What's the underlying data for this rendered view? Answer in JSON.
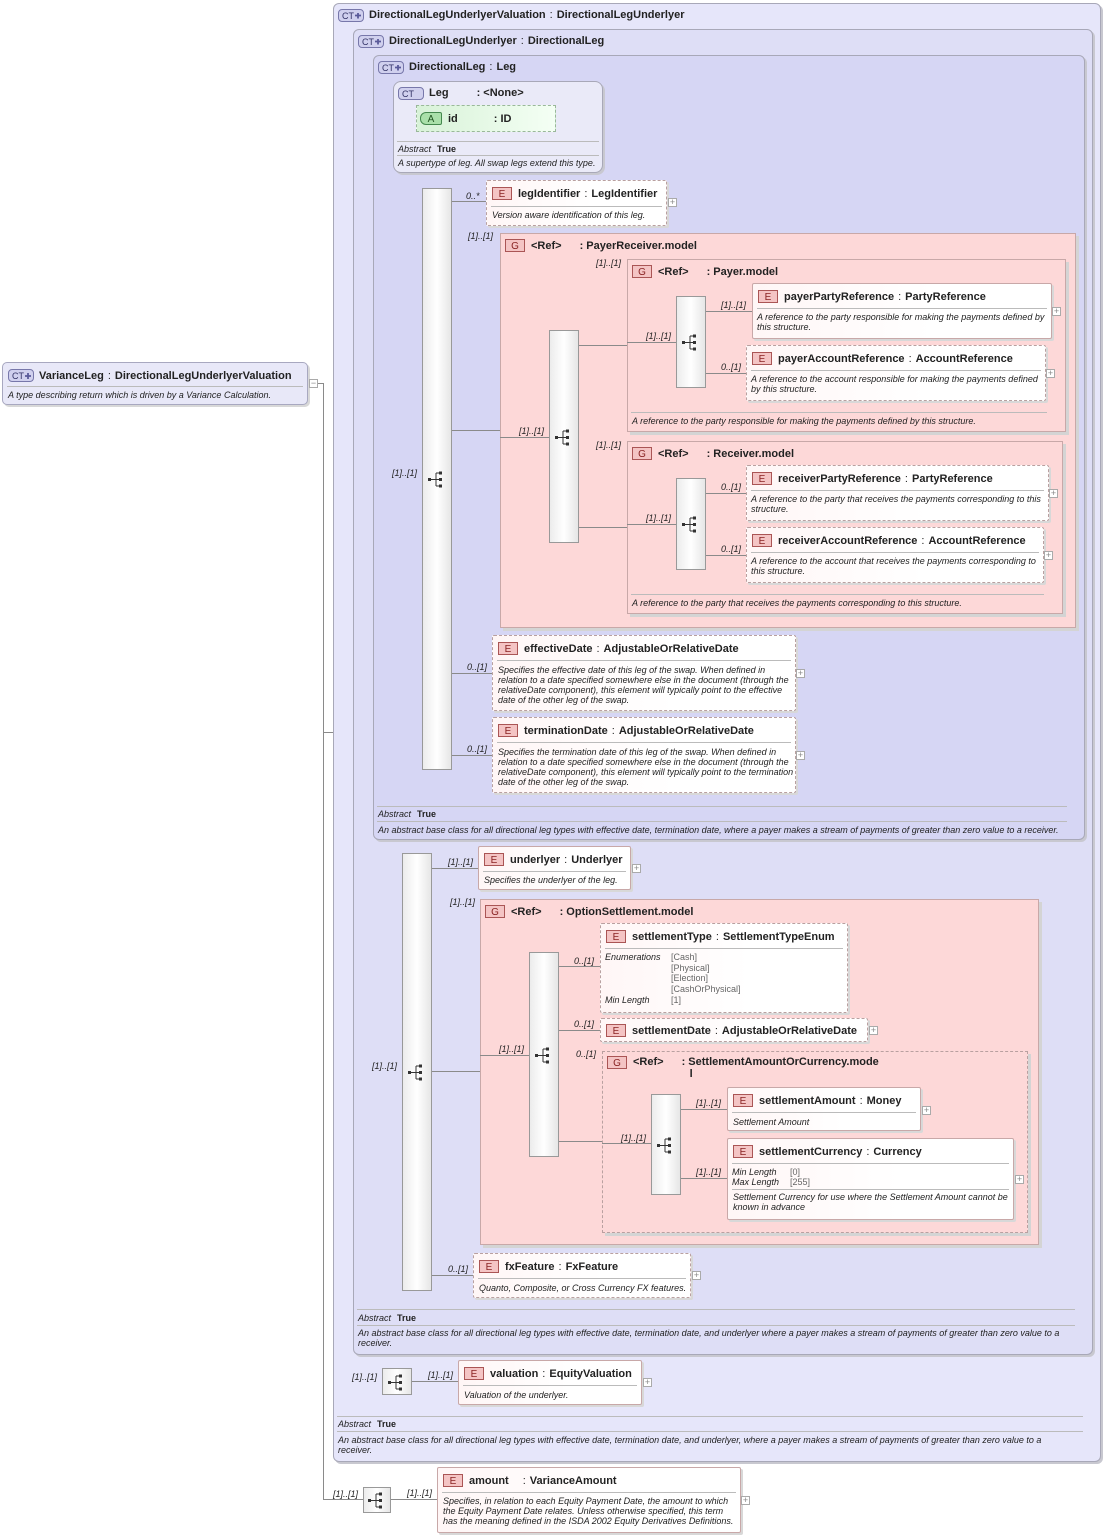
{
  "root": {
    "badge": "CT",
    "name": "VarianceLeg",
    "type": "DirectionalLegUnderlyerValuation",
    "doc": "A type describing return which is driven by a Variance Calculation."
  },
  "ct1": {
    "badge": "CT",
    "name": "DirectionalLegUnderlyerValuation",
    "type": "DirectionalLegUnderlyer",
    "abstract_label": "Abstract",
    "abstract_value": "True",
    "doc": "An abstract base class for all directional leg types with effective date, termination date, and underlyer, where a payer makes a stream of payments of greater than zero value to a receiver."
  },
  "ct2": {
    "badge": "CT",
    "name": "DirectionalLegUnderlyer",
    "type": "DirectionalLeg",
    "abstract_label": "Abstract",
    "abstract_value": "True",
    "doc": "An abstract base class for all directional leg types with effective date, termination date, and underlyer where a payer makes a stream of payments of greater than zero value to a receiver."
  },
  "ct3": {
    "badge": "CT",
    "name": "DirectionalLeg",
    "type": "Leg",
    "abstract_label": "Abstract",
    "abstract_value": "True",
    "doc": "An abstract base class for all directional leg types with effective date, termination date, where a payer makes a stream of payments of greater than zero value to a receiver."
  },
  "leg": {
    "badge": "CT",
    "name": "Leg",
    "type": ": <None>",
    "attr_badge": "A",
    "attr_name": "id",
    "attr_type": ": ID",
    "abstract_label": "Abstract",
    "abstract_value": "True",
    "doc": "A supertype of leg. All swap legs extend this type."
  },
  "elements": {
    "legIdentifier": {
      "badge": "E",
      "name": "legIdentifier",
      "type": "LegIdentifier",
      "doc": "Version aware identification of this leg.",
      "card": "0..*"
    },
    "payerPartyReference": {
      "badge": "E",
      "name": "payerPartyReference",
      "type": "PartyReference",
      "doc": "A reference to the party responsible for making the payments defined by this structure.",
      "card": "[1]..[1]"
    },
    "payerAccountReference": {
      "badge": "E",
      "name": "payerAccountReference",
      "type": "AccountReference",
      "doc": "A reference to the account responsible for making the payments defined by this structure.",
      "card": "0..[1]"
    },
    "receiverPartyReference": {
      "badge": "E",
      "name": "receiverPartyReference",
      "type": "PartyReference",
      "doc": "A reference to the party that receives the payments corresponding to this structure.",
      "card": "0..[1]"
    },
    "receiverAccountReference": {
      "badge": "E",
      "name": "receiverAccountReference",
      "type": "AccountReference",
      "doc": "A reference to the account that receives the payments corresponding to this structure.",
      "card": "0..[1]"
    },
    "effectiveDate": {
      "badge": "E",
      "name": "effectiveDate",
      "type": "AdjustableOrRelativeDate",
      "doc": "Specifies the effective date of this leg of the swap. When defined in relation to a date specified somewhere else in the document (through the relativeDate component), this element will typically point to the effective date of the other leg of the swap.",
      "card": "0..[1]"
    },
    "terminationDate": {
      "badge": "E",
      "name": "terminationDate",
      "type": "AdjustableOrRelativeDate",
      "doc": "Specifies the termination date of this leg of the swap. When defined in relation to a date specified somewhere else in the document (through the relativeDate component), this element will typically point to the termination date of the other leg of the swap.",
      "card": "0..[1]"
    },
    "underlyer": {
      "badge": "E",
      "name": "underlyer",
      "type": "Underlyer",
      "doc": "Specifies the underlyer of the leg.",
      "card": "[1]..[1]"
    },
    "settlementType": {
      "badge": "E",
      "name": "settlementType",
      "type": "SettlementTypeEnum",
      "card": "0..[1]",
      "enum_label": "Enumerations",
      "enums": [
        "[Cash]",
        "[Physical]",
        "[Election]",
        "[CashOrPhysical]"
      ],
      "minlen_label": "Min Length",
      "minlen": "[1]"
    },
    "settlementDate": {
      "badge": "E",
      "name": "settlementDate",
      "type": "AdjustableOrRelativeDate",
      "card": "0..[1]"
    },
    "settlementAmount": {
      "badge": "E",
      "name": "settlementAmount",
      "type": "Money",
      "doc": "Settlement Amount",
      "card": "[1]..[1]"
    },
    "settlementCurrency": {
      "badge": "E",
      "name": "settlementCurrency",
      "type": "Currency",
      "card": "[1]..[1]",
      "minlen_label": "Min Length",
      "minlen": "[0]",
      "maxlen_label": "Max Length",
      "maxlen": "[255]",
      "doc": "Settlement Currency for use where the Settlement Amount cannot be known in advance"
    },
    "fxFeature": {
      "badge": "E",
      "name": "fxFeature",
      "type": "FxFeature",
      "doc": "Quanto, Composite, or Cross Currency FX features.",
      "card": "0..[1]"
    },
    "valuation": {
      "badge": "E",
      "name": "valuation",
      "type": "EquityValuation",
      "doc": "Valuation of the underlyer.",
      "card": "[1]..[1]"
    },
    "amount": {
      "badge": "E",
      "name": "amount",
      "type": "VarianceAmount",
      "doc": "Specifies, in relation to each Equity Payment Date, the amount to which the Equity Payment Date relates. Unless otherwise specified, this term has the meaning defined in the ISDA 2002 Equity Derivatives Definitions.",
      "card": "[1]..[1]"
    }
  },
  "groups": {
    "payerReceiver": {
      "badge": "G",
      "ref": "<Ref>",
      "type": ": PayerReceiver.model",
      "card": "[1]..[1]"
    },
    "payer": {
      "badge": "G",
      "ref": "<Ref>",
      "type": ": Payer.model",
      "card": "[1]..[1]",
      "doc": "A reference to the party responsible for making the payments defined by this structure."
    },
    "receiver": {
      "badge": "G",
      "ref": "<Ref>",
      "type": ": Receiver.model",
      "card": "[1]..[1]",
      "doc": "A reference to the party that receives the payments corresponding to this structure."
    },
    "optionSettlement": {
      "badge": "G",
      "ref": "<Ref>",
      "type": ": OptionSettlement.model",
      "card": "[1]..[1]"
    },
    "settlementAmountOrCurrency": {
      "badge": "G",
      "ref": "<Ref>",
      "type_line1": ": SettlementAmountOrCurrency.mode",
      "type_line2": "l",
      "card": "0..[1]"
    }
  },
  "cards": {
    "seq_main": "[1]..[1]",
    "seq_pr": "[1]..[1]",
    "seq_payer": "[1]..[1]",
    "seq_receiver": "[1]..[1]",
    "seq_und": "[1]..[1]",
    "seq_os": "[1]..[1]",
    "seq_sac": "[1]..[1]",
    "seq_val": "[1]..[1]",
    "seq_amount": "[1]..[1]"
  },
  "sep": ":"
}
